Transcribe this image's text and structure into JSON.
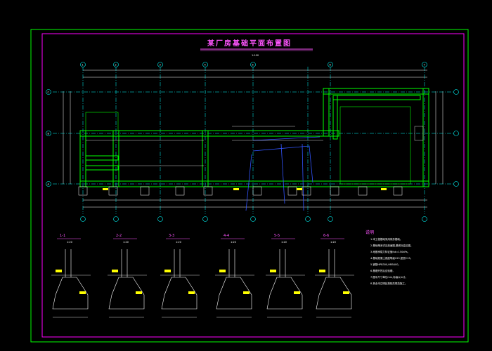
{
  "drawing": {
    "title": "某厂房基础平面布置图",
    "scale": "1:100",
    "colors": {
      "background": "#000000",
      "outer_frame": "#00ff00",
      "inner_frame": "#ff00ff",
      "walls": "#00ff00",
      "axes": "#00ffff",
      "dims": "#ffffff",
      "labels": "#ffff00",
      "blue_lines": "#3355ff"
    },
    "axes_top": [
      "1",
      "2",
      "3",
      "4",
      "5",
      "6",
      "7",
      "8"
    ],
    "axes_left": [
      "A",
      "B",
      "C"
    ],
    "axes_right": [
      "A",
      "B",
      "C"
    ],
    "axes_bottom": [
      "1",
      "2",
      "3",
      "4",
      "5",
      "6",
      "7",
      "8"
    ]
  },
  "sections": [
    {
      "label": "1-1",
      "mark": "1:20"
    },
    {
      "label": "2-2",
      "mark": "1:20"
    },
    {
      "label": "3-3",
      "mark": "1:20"
    },
    {
      "label": "4-4",
      "mark": "1:20"
    },
    {
      "label": "5-5",
      "mark": "1:20"
    },
    {
      "label": "6-6",
      "mark": "1:20"
    }
  ],
  "notes": {
    "heading": "说明",
    "lines": [
      "1.本工程基础采用条形基础。",
      "2.基础埋深详见剖面图,基底标高见图。",
      "3.地基承载力特征值fak=150kPa。",
      "4.基础混凝土强度等级C25,垫层C15。",
      "5.钢筋HPB300,HRB400。",
      "6.基槽开挖后应验槽。",
      "7.图中尺寸单位mm,标高以m计。",
      "8.其余未注明处按相关规范施工。"
    ]
  }
}
